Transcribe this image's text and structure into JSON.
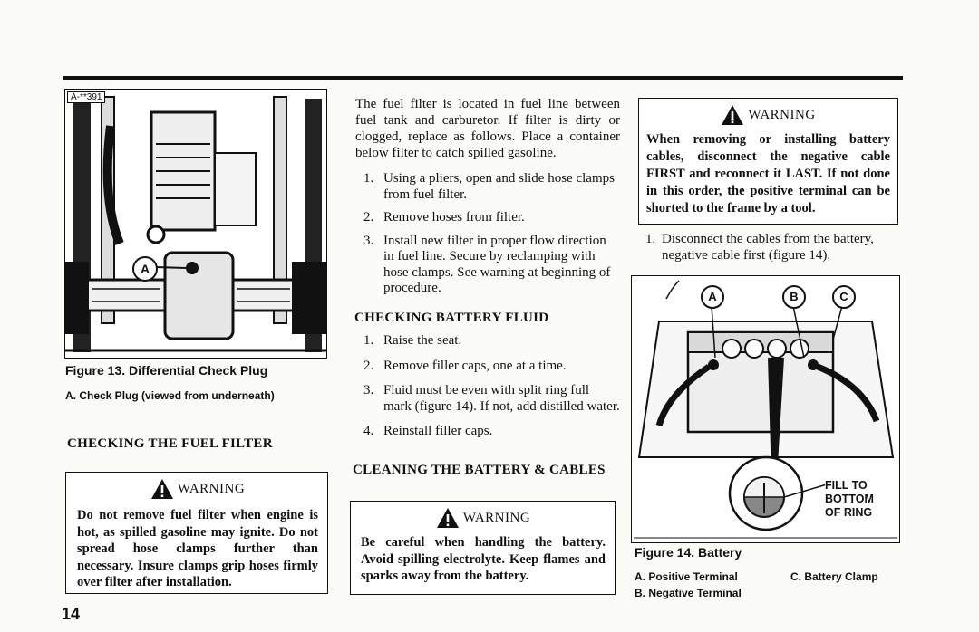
{
  "page_number": "14",
  "left": {
    "figure": {
      "tag": "A-**391",
      "callout": "A",
      "caption": "Figure 13. Differential Check Plug",
      "legend": "A. Check Plug (viewed from underneath)"
    },
    "section_heading": "CHECKING THE FUEL FILTER",
    "warning": {
      "title": "WARNING",
      "text": "Do not remove fuel filter when engine is hot, as spilled gasoline may ignite. Do not spread hose clamps further than necessary. Insure clamps grip hoses firmly over filter after installation."
    }
  },
  "middle": {
    "intro": "The fuel filter is located in fuel line between fuel tank and carburetor. If filter is dirty or clogged, replace as follows. Place a container below filter to catch spilled gasoline.",
    "fuel_steps": [
      {
        "n": "1.",
        "text": "Using a pliers, open and slide hose clamps from fuel filter."
      },
      {
        "n": "2.",
        "text": "Remove hoses from filter."
      },
      {
        "n": "3.",
        "text": "Install new filter in proper flow direction in fuel line. Secure by reclamping with hose clamps. See warning at beginning of procedure."
      }
    ],
    "battery_fluid_heading": "CHECKING BATTERY FLUID",
    "fluid_steps": [
      {
        "n": "1.",
        "text": "Raise the seat."
      },
      {
        "n": "2.",
        "text": "Remove filler caps, one at a time."
      },
      {
        "n": "3.",
        "text": "Fluid must be even with split ring full mark (figure 14). If not, add distilled water."
      },
      {
        "n": "4.",
        "text": "Reinstall filler caps."
      }
    ],
    "cleaning_heading": "CLEANING THE BATTERY & CABLES",
    "warning": {
      "title": "WARNING",
      "text": "Be careful when handling the battery. Avoid spilling electrolyte. Keep flames and sparks away from the battery."
    }
  },
  "right": {
    "warning": {
      "title": "WARNING",
      "text": "When removing or installing battery cables, disconnect the negative cable FIRST and reconnect it LAST. If not done in this order, the positive terminal can be shorted to the frame by a tool."
    },
    "steps": [
      {
        "n": "1.",
        "text": "Disconnect the cables from the battery, negative cable first (figure 14)."
      }
    ],
    "figure": {
      "callouts": [
        "A",
        "B",
        "C"
      ],
      "fill_label": "FILL TO BOTTOM OF RING",
      "caption": "Figure 14. Battery",
      "legend": [
        "A. Positive Terminal",
        "B. Negative Terminal",
        "C. Battery Clamp"
      ]
    }
  }
}
